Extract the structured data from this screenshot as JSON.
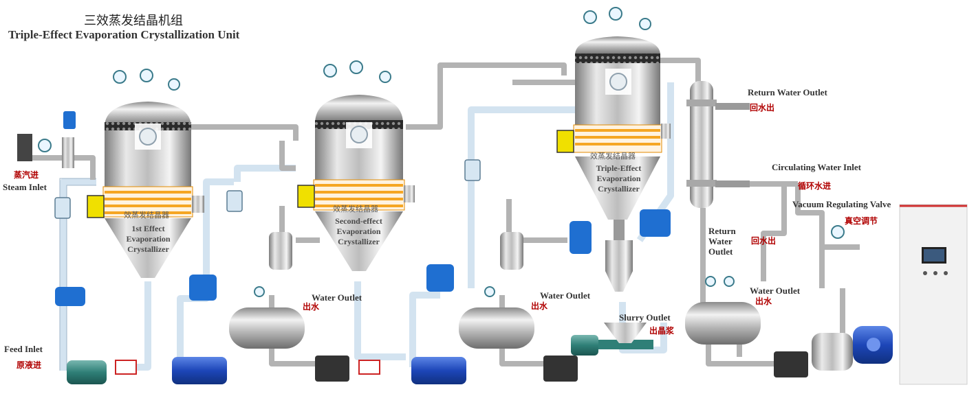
{
  "title": {
    "cn": "三效蒸发结晶机组",
    "en": "Triple-Effect Evaporation Crystallization Unit"
  },
  "labels": {
    "steam_inlet_cn": "蒸汽进",
    "steam_inlet_en": "Steam Inlet",
    "feed_inlet_en": "Feed Inlet",
    "feed_inlet_cn": "原液进",
    "water_outlet_1_en": "Water Outlet",
    "water_outlet_1_cn": "出水",
    "water_outlet_2_en": "Water Outlet",
    "water_outlet_2_cn": "出水",
    "water_outlet_3_en": "Water Outlet",
    "water_outlet_3_cn": "出水",
    "slurry_outlet_en": "Slurry Outlet",
    "slurry_outlet_cn": "出晶浆",
    "return_water_top_en": "Return Water Outlet",
    "return_water_top_cn": "回水出",
    "circulating_water_en": "Circulating Water Inlet",
    "circulating_water_cn": "循环水进",
    "vacuum_valve_en": "Vacuum Regulating Valve",
    "vacuum_valve_cn": "真空调节",
    "return_water_mid_en_1": "Return",
    "return_water_mid_en_2": "Water",
    "return_water_mid_en_3": "Outlet",
    "return_water_mid_cn": "回水出"
  },
  "vessels": [
    {
      "cn": "效蒸发结晶器",
      "en_1": "1st Effect",
      "en_2": "Evaporation",
      "en_3": "Crystallizer"
    },
    {
      "cn": "效蒸发结晶器",
      "en_1": "Second-effect",
      "en_2": "Evaporation",
      "en_3": "Crystallizer"
    },
    {
      "cn": "效蒸发结晶器",
      "en_1": "Triple-Effect",
      "en_2": "Evaporation",
      "en_3": "Crystallizer"
    }
  ],
  "colors": {
    "pipe_light": "#d6e6f2",
    "pipe_gray": "#b8b8b8",
    "steel": "#c8c8c8",
    "heater_orange": "#f5a623",
    "valve_blue": "#1f6fd1",
    "motor_blue": "#2352c4",
    "label_red": "#b00000",
    "cabinet": "#f0f0f0",
    "cabinet_border": "#d03030"
  }
}
